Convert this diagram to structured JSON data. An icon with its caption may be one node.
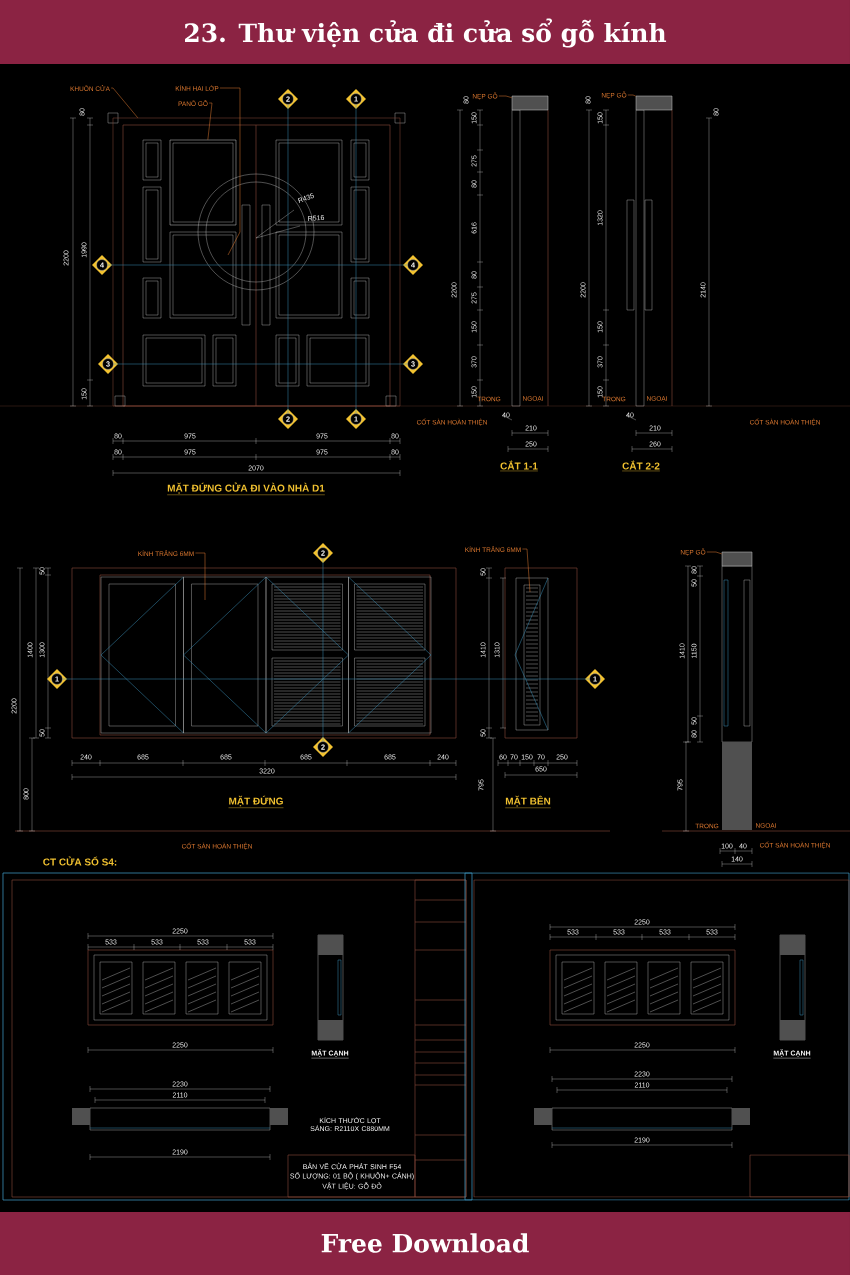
{
  "diagram": {
    "title": "23. Thư viện cửa đi cửa sổ gỗ kính",
    "caption": "Free Download",
    "nodes": [
      {
        "text": [
          "KHUÔN CỬA"
        ]
      },
      {
        "text": [
          "KÍNH HAI LỚP"
        ]
      },
      {
        "text": [
          "PANÔ GỖ"
        ]
      },
      {
        "text": [
          "NẸP GỖ"
        ]
      },
      {
        "text": [
          "NẸP GỖ"
        ]
      },
      {
        "text": [
          "KÍNH TRẮNG 6MM"
        ]
      },
      {
        "text": [
          "KÍNH TRẮNG 6MM"
        ]
      },
      {
        "text": [
          "NẸP GỖ"
        ]
      },
      {
        "text": [],
        "shape": "box"
      },
      {
        "text": [],
        "shape": "box",
        "in": 8
      },
      {
        "text": [],
        "shape": "box"
      },
      {
        "text": [],
        "shape": "box"
      },
      {
        "text": [],
        "shape": "box"
      },
      {
        "text": [
          "2"
        ]
      },
      {
        "text": [
          "1"
        ]
      },
      {
        "text": [
          "4"
        ]
      },
      {
        "text": [
          "4"
        ]
      },
      {
        "text": [
          "3"
        ]
      },
      {
        "text": [
          "3"
        ]
      },
      {
        "text": [
          "2"
        ]
      },
      {
        "text": [
          "1"
        ]
      },
      {
        "text": [
          "2"
        ]
      },
      {
        "text": [
          "1"
        ]
      },
      {
        "text": [
          "1"
        ]
      },
      {
        "text": [
          "2"
        ]
      }
    ],
    "edges": [
      {
        "from": 0,
        "to": 8,
        "arrow": "none"
      },
      {
        "from": 1,
        "to": null,
        "arrow": "none"
      },
      {
        "from": 2,
        "to": 9,
        "arrow": "none"
      },
      {
        "from": 3,
        "to": 10,
        "arrow": "none"
      },
      {
        "from": 4,
        "to": 11,
        "arrow": "none"
      },
      {
        "from": 5,
        "to": null,
        "arrow": "none"
      },
      {
        "from": 6,
        "to": null,
        "arrow": "none"
      },
      {
        "from": 7,
        "to": 12,
        "arrow": "none"
      },
      {
        "from": 13,
        "to": 19,
        "arrow": "none",
        "color": "#3a8fb7"
      },
      {
        "from": 14,
        "to": 20,
        "arrow": "none",
        "color": "#3a8fb7"
      },
      {
        "from": 15,
        "to": 16,
        "arrow": "none",
        "color": "#3a8fb7"
      },
      {
        "from": 17,
        "to": 18,
        "arrow": "none",
        "color": "#3a8fb7"
      },
      {
        "from": 21,
        "to": 24,
        "arrow": "none",
        "color": "#3a8fb7"
      },
      {
        "from": 22,
        "to": 23,
        "arrow": "none",
        "color": "#3a8fb7"
      }
    ],
    "labels": [
      "80",
      "2200",
      "1990",
      "R435",
      "R516",
      "150",
      "80",
      "975",
      "975",
      "80",
      "80",
      "975",
      "975",
      "80",
      "2070",
      "MẶT ĐỨNG CỬA ĐI VÀO NHÀ D1",
      "80",
      "2200",
      "150",
      "275",
      "80",
      "616",
      "80",
      "275",
      "150",
      "370",
      "150",
      "TRONG",
      "NGOẠI",
      "CỐT SÀN HOÀN THIỆN",
      "40",
      "210",
      "250",
      "CẮT 1-1",
      "80",
      "2200",
      "150",
      "1320",
      "150",
      "370",
      "150",
      "80",
      "2140",
      "TRONG",
      "NGOẠI",
      "40",
      "210",
      "260",
      "CẮT 2-2",
      "CỐT SÀN HOÀN THIỆN",
      "50",
      "1400",
      "1300",
      "2200",
      "50",
      "240",
      "685",
      "685",
      "685",
      "685",
      "240",
      "3220",
      "800",
      "MẶT ĐỨNG",
      "50",
      "1410",
      "1310",
      "50",
      "60",
      "70",
      "150",
      "70",
      "250",
      "650",
      "795",
      "MẶT BÊN",
      "CỐT SÀN HOÀN THIỆN",
      "80",
      "50",
      "1410",
      "1150",
      "50",
      "80",
      "795",
      "TRONG",
      "NGOẠI",
      "100",
      "40",
      "140",
      "CỐT SÀN HOÀN THIỆN",
      "CT CỬA SỔ S4:",
      "2250",
      "533",
      "533",
      "533",
      "533",
      "2250",
      "MẶT CẠNH",
      "2230",
      "2110",
      "2190",
      "KÍCH THƯỚC LỌT SÁNG: R2110X C880MM",
      "BẢN VẼ CỬA PHÁT SINH F54",
      "SỐ LƯỢNG: 01 BỘ ( KHUÔN+ CÁNH)",
      "VẬT LIỆU: GỖ ĐỎ",
      "2250",
      "533",
      "533",
      "533",
      "533",
      "2250",
      "MẶT CẠNH",
      "2230",
      "2110",
      "2190"
    ]
  }
}
